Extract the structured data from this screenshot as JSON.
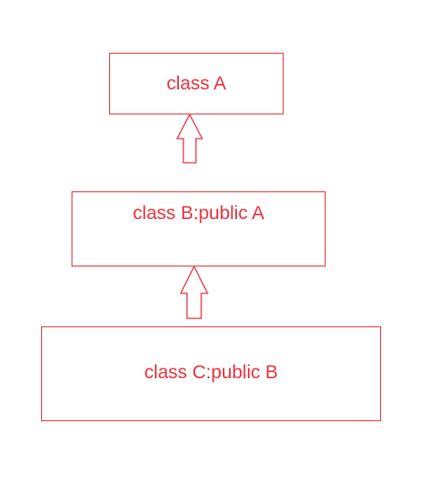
{
  "diagram": {
    "classes": [
      {
        "id": "A",
        "label": "class A"
      },
      {
        "id": "B",
        "label": "class B:public A"
      },
      {
        "id": "C",
        "label": "class C:public B"
      }
    ],
    "edges": [
      {
        "from": "B",
        "to": "A",
        "kind": "inheritance-arrow"
      },
      {
        "from": "C",
        "to": "B",
        "kind": "inheritance-arrow"
      }
    ],
    "colors": {
      "stroke": "#e8323c",
      "text": "#e8323c",
      "background": "#ffffff"
    }
  }
}
